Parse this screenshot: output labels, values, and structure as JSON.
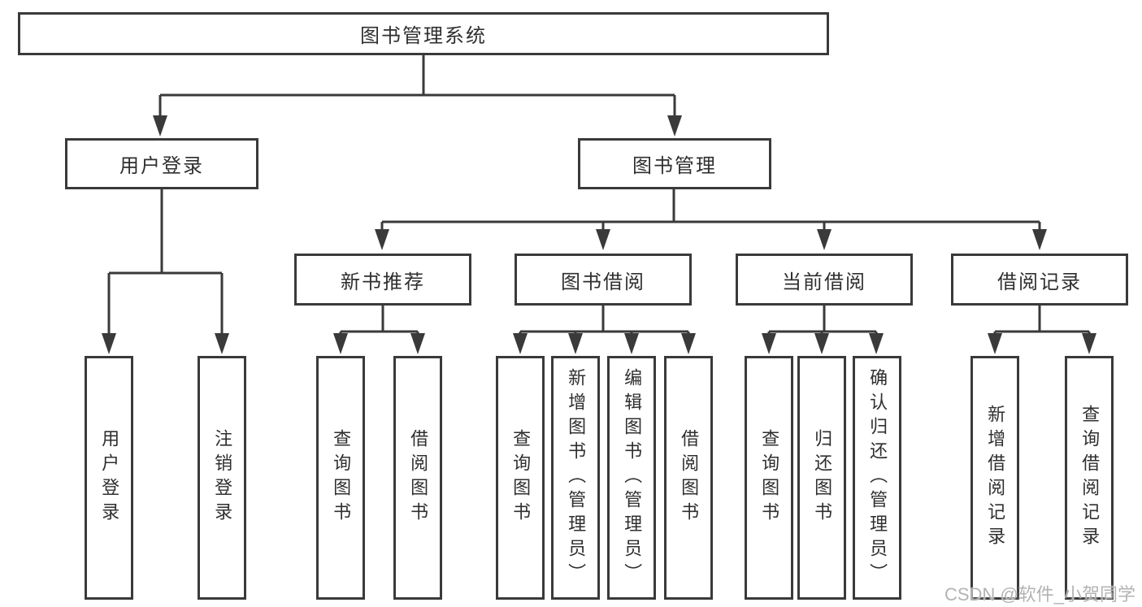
{
  "diagram": {
    "tree": {
      "label": "图书管理系统",
      "children": [
        {
          "label": "用户登录",
          "children": [
            {
              "label": "用户登录"
            },
            {
              "label": "注销登录"
            }
          ]
        },
        {
          "label": "图书管理",
          "children": [
            {
              "label": "新书推荐",
              "children": [
                {
                  "label": "查询图书"
                },
                {
                  "label": "借阅图书"
                }
              ]
            },
            {
              "label": "图书借阅",
              "children": [
                {
                  "label": "查询图书"
                },
                {
                  "label": "新增图书（管理员）"
                },
                {
                  "label": "编辑图书（管理员）"
                },
                {
                  "label": "借阅图书"
                }
              ]
            },
            {
              "label": "当前借阅",
              "children": [
                {
                  "label": "查询图书"
                },
                {
                  "label": "归还图书"
                },
                {
                  "label": "确认归还（管理员）"
                }
              ]
            },
            {
              "label": "借阅记录",
              "children": [
                {
                  "label": "新增借阅记录"
                },
                {
                  "label": "查询借阅记录"
                }
              ]
            }
          ]
        }
      ]
    },
    "colors": {
      "line": "#3a3a3a",
      "box_border": "#3a3a3a",
      "text": "#2f2f2f",
      "background": "#ffffff",
      "watermark": "#b3b3b3"
    }
  },
  "watermark": {
    "text": "CSDN @软件_小贺同学"
  }
}
